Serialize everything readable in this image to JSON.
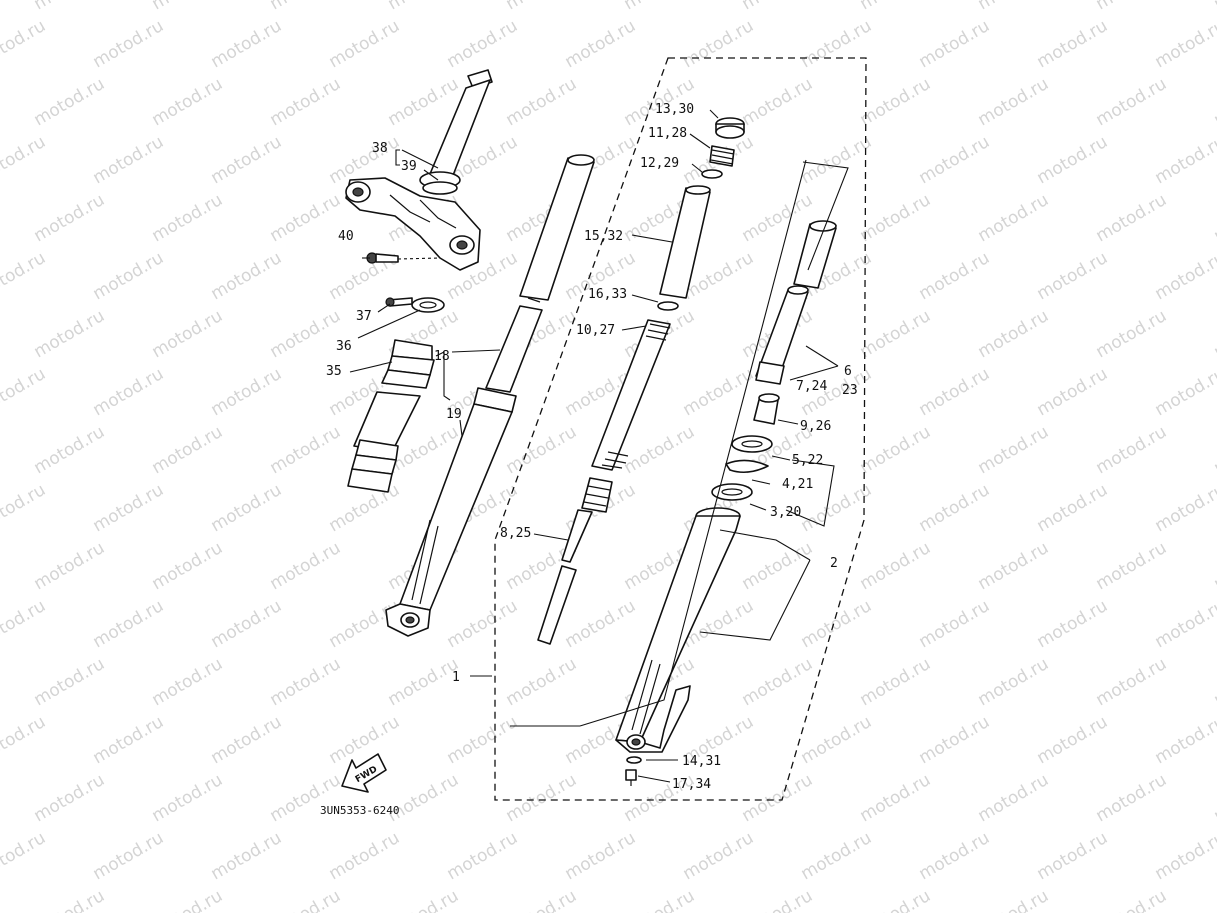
{
  "watermark": "motod.ru",
  "diagram_code": "3UN5353-6240",
  "fwd_label": "FWD",
  "callouts": {
    "p1": "1",
    "p2": "2",
    "p3_20": "3,20",
    "p4_21": "4,21",
    "p5_22": "5,22",
    "p6": "6",
    "p7_24": "7,24",
    "p23": "23",
    "p8_25": "8,25",
    "p9_26": "9,26",
    "p10_27": "10,27",
    "p11_28": "11,28",
    "p12_29": "12,29",
    "p13_30": "13,30",
    "p14_31": "14,31",
    "p15_32": "15,32",
    "p16_33": "16,33",
    "p17_34": "17,34",
    "p18": "18",
    "p19": "19",
    "p35": "35",
    "p36": "36",
    "p37": "37",
    "p38": "38",
    "p39": "39",
    "p40": "40"
  }
}
